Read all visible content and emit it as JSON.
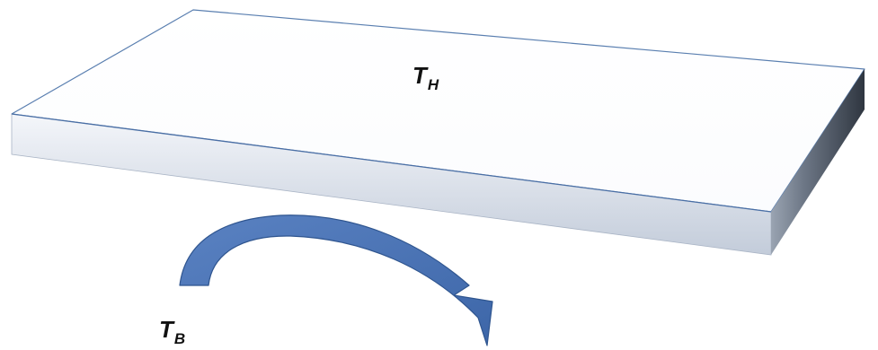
{
  "labels": {
    "top_main": "T",
    "top_sub": "H",
    "bottom_main": "T",
    "bottom_sub": "B"
  },
  "colors": {
    "slab_top": "#ffffff",
    "slab_edge_line": "#4a6fa5",
    "slab_front_light": "#eef1f6",
    "slab_front_dark": "#b9c3d2",
    "slab_side_light": "#8a95a5",
    "slab_side_dark": "#3e4652",
    "arrow_fill": "#4a72b2",
    "arrow_stroke": "#2f558f"
  },
  "icons": {
    "slab": "plate-icon",
    "arrow": "curved-arrow-icon"
  }
}
